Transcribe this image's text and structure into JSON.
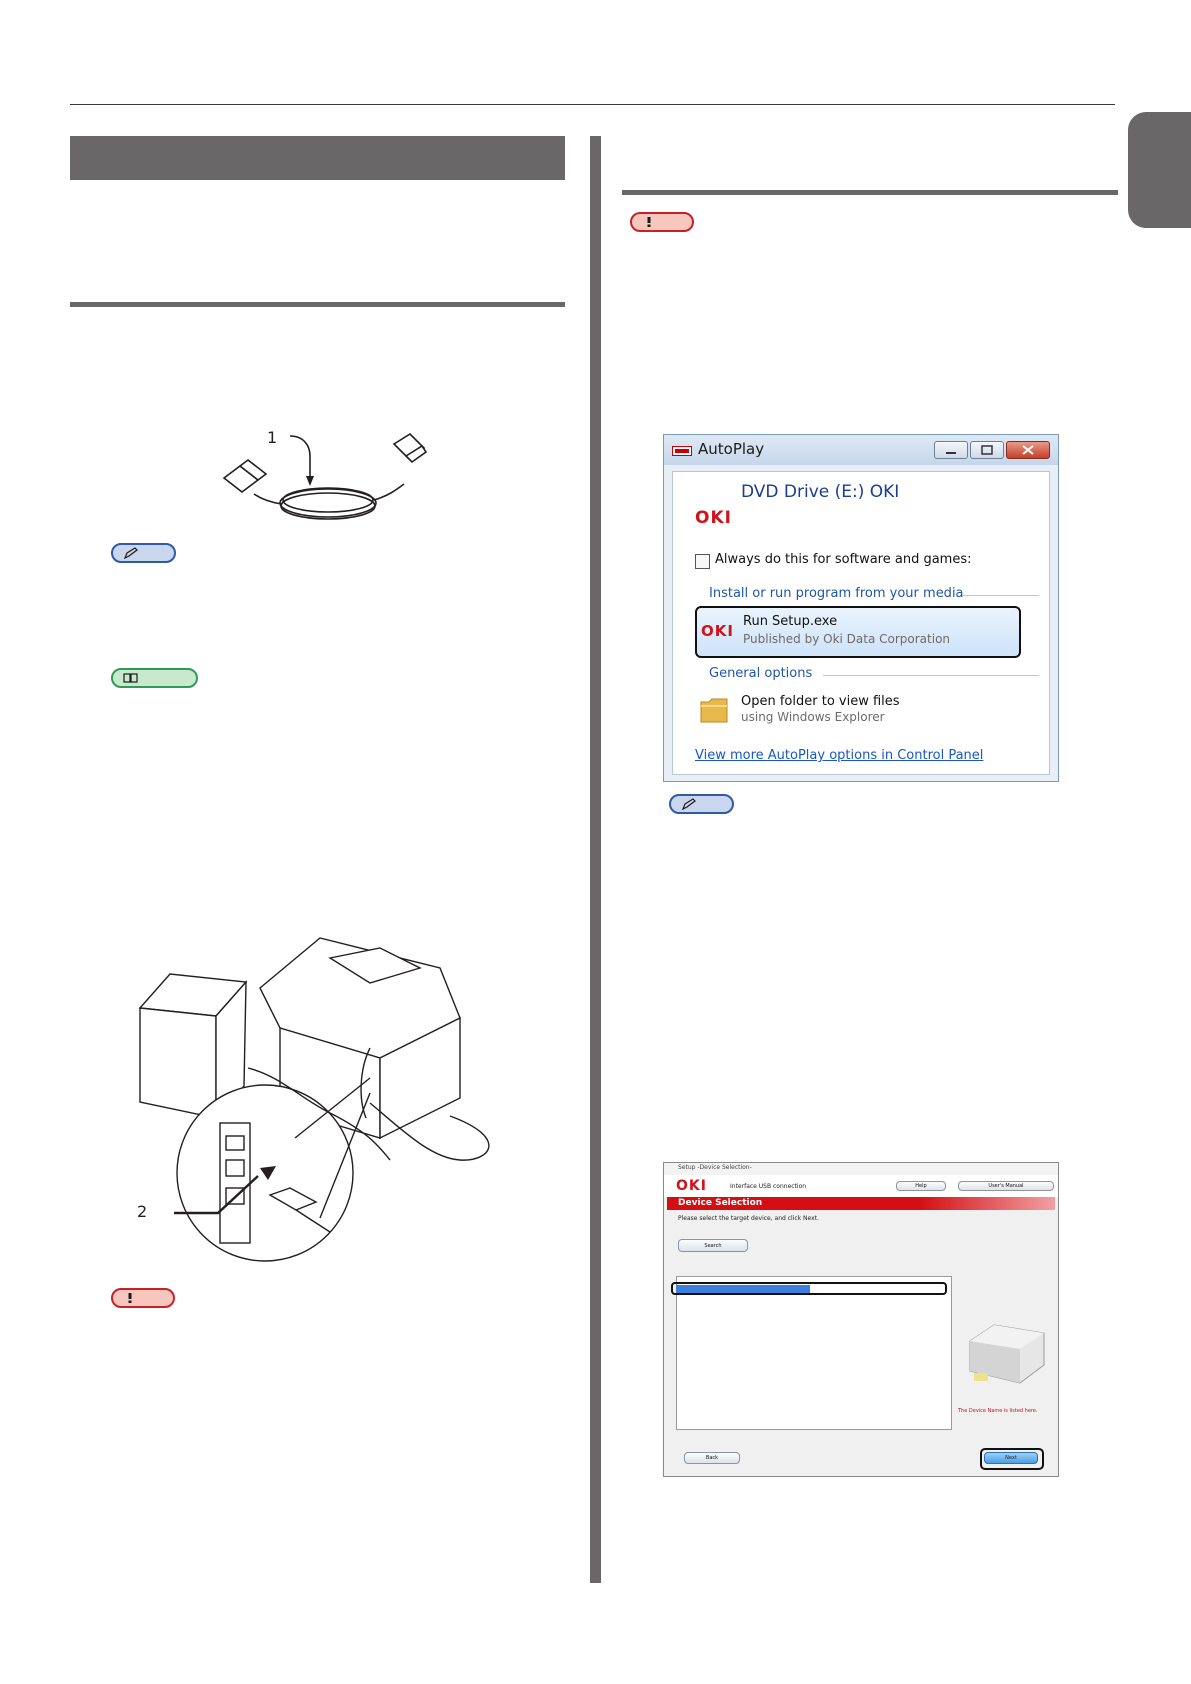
{
  "callouts": {
    "usb_cable": "1",
    "usb_port": "2"
  },
  "autoplay_dialog": {
    "title": "AutoPlay",
    "logo": "OKI",
    "drive_label": "DVD Drive (E:) OKI",
    "checkbox_label": "Always do this for software and games:",
    "group_install": "Install or run program from your media",
    "option_run": "Run Setup.exe",
    "option_run_publisher": "Published by Oki Data Corporation",
    "group_general": "General options",
    "option_open_folder": "Open folder to view files",
    "option_open_folder_sub": "using Windows Explorer",
    "more_link": "View more AutoPlay options in Control Panel"
  },
  "setup_dialog": {
    "window_title": "Setup -Device Selection-",
    "logo": "OKI",
    "interface_label": "Interface USB connection",
    "help_button": "Help",
    "manual_button": "User's Manual",
    "heading": "Device Selection",
    "instruction": "Please select the target device, and click Next.",
    "search_button": "Search",
    "device_caption": "The Device Name is listed here.",
    "back_button": "Back",
    "next_button": "Next"
  }
}
